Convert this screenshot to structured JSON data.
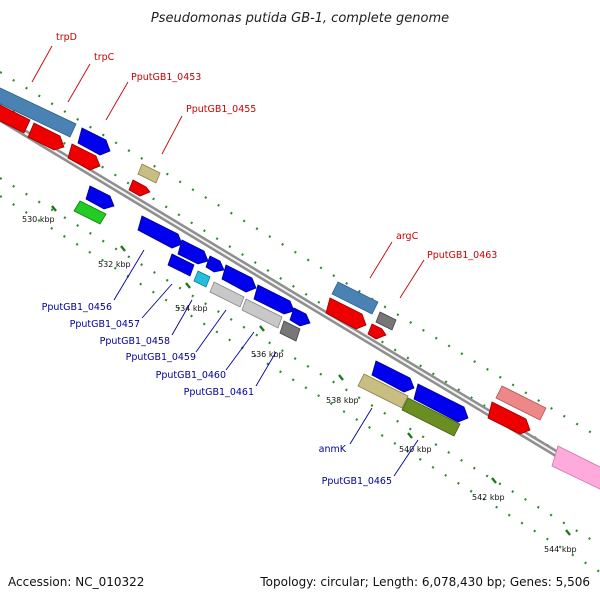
{
  "title": "Pseudomonas putida GB-1, complete genome",
  "footer": {
    "accession": "Accession: NC_010322",
    "summary": "Topology: circular; Length: 6,078,430 bp; Genes: 5,506"
  },
  "colors": {
    "backbone": "#8f8f8f",
    "tick_major": "#1f7a1f",
    "tick_minor": "#2e8b2e",
    "label_red": "#cc0000",
    "label_blue": "#000099"
  },
  "ticks": [
    "530 kbp",
    "532 kbp",
    "534 kbp",
    "536 kbp",
    "538 kbp",
    "540 kbp",
    "542 kbp",
    "544 kbp"
  ],
  "gene_labels": {
    "top": [
      "trpD",
      "trpC",
      "PputGB1_0453",
      "PputGB1_0455",
      "argC",
      "PputGB1_0463"
    ],
    "bottom": [
      "PputGB1_0456",
      "PputGB1_0457",
      "PputGB1_0458",
      "PputGB1_0459",
      "PputGB1_0460",
      "PputGB1_0461",
      "anmK",
      "PputGB1_0465"
    ]
  }
}
